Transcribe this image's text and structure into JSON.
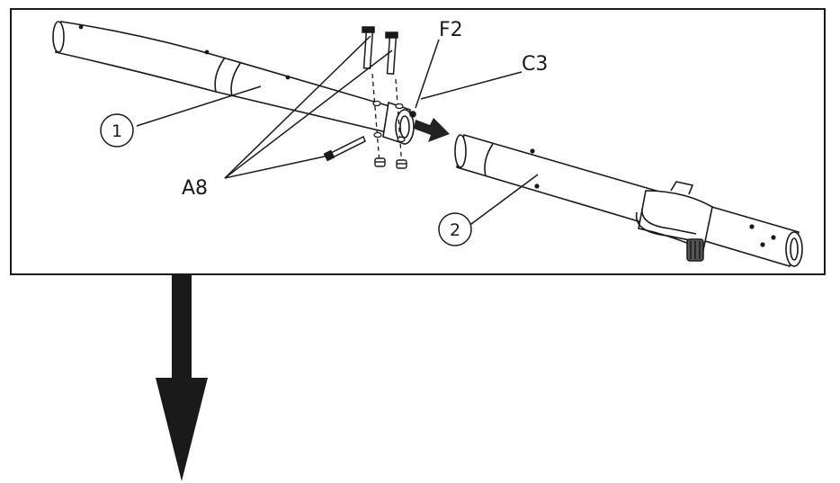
{
  "labels": {
    "part_1": "1",
    "part_2": "2",
    "f2": "F2",
    "c3": "C3",
    "a8": "A8"
  },
  "colors": {
    "line": "#1a1a1a",
    "arrow": "#222222",
    "background": "#ffffff"
  }
}
